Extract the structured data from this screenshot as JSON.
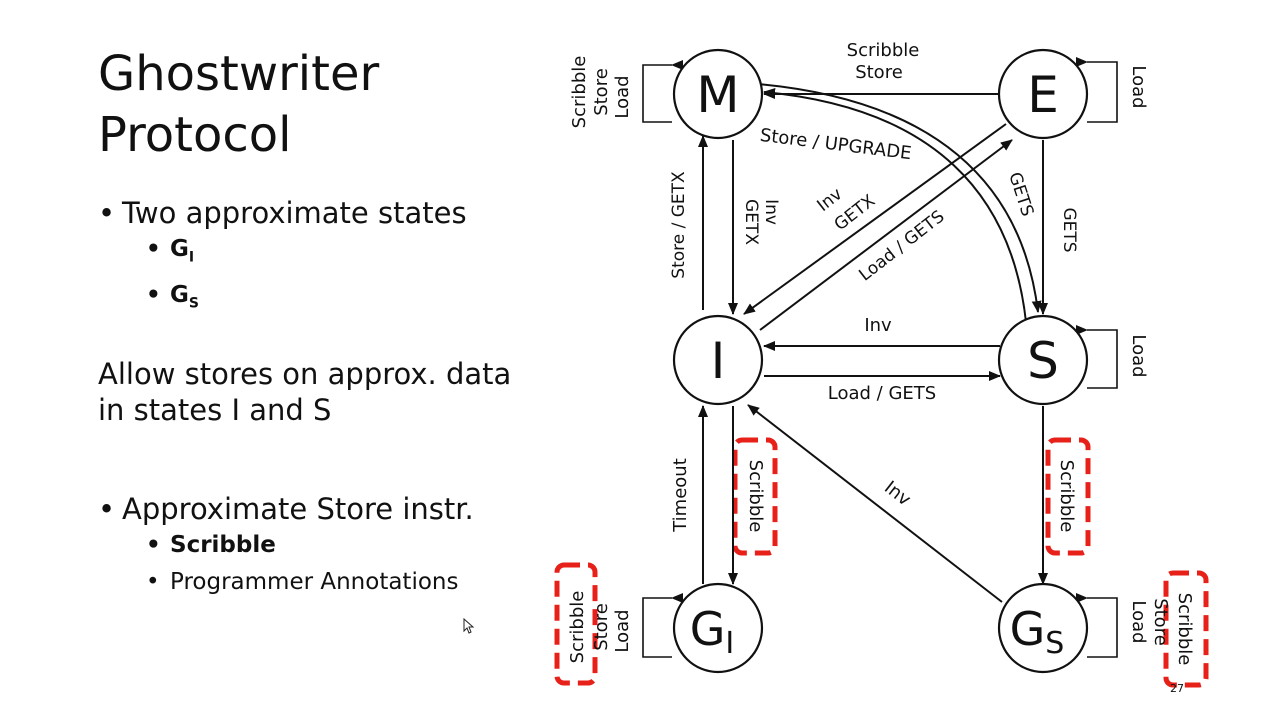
{
  "slide": {
    "title_line1": "Ghostwriter",
    "title_line2": "Protocol",
    "bullet1": "Two approximate states",
    "gi_base": "G",
    "gi_sub": "I",
    "gs_base": "G",
    "gs_sub": "S",
    "para_line1": "Allow stores on approx. data",
    "para_line2": "in states I and S",
    "bullet2": "Approximate Store instr.",
    "sub_scribble": "Scribble",
    "sub_annotations": "Programmer Annotations",
    "slide_number": "27"
  },
  "diagram": {
    "nodes": {
      "M": "M",
      "E": "E",
      "I": "I",
      "S": "S",
      "GI_base": "G",
      "GI_sub": "I",
      "GS_base": "G",
      "GS_sub": "S"
    },
    "edges": {
      "e_to_m_1": "Scribble",
      "e_to_m_2": "Store",
      "s_to_m": "Store / UPGRADE",
      "m_to_s": "GETS",
      "e_to_s": "GETS",
      "i_to_m": "Store / GETX",
      "m_to_i_1": "Inv",
      "m_to_i_2": "GETX",
      "e_to_i_1": "Inv",
      "e_to_i_2": "GETX",
      "i_to_e": "Load / GETS",
      "s_to_i": "Inv",
      "i_to_s": "Load / GETS",
      "gi_to_i": "Timeout",
      "i_to_gi": "Scribble",
      "gs_to_i": "Inv",
      "s_to_gs": "Scribble"
    },
    "loops": {
      "m_1": "Scribble",
      "m_2": "Store",
      "m_3": "Load",
      "e_1": "Load",
      "s_1": "Load",
      "gi_1": "Scribble",
      "gi_2": "Store",
      "gi_3": "Load",
      "gs_1": "Scribble",
      "gs_2": "Store",
      "gs_3": "Load"
    },
    "highlight_color": "#e8201a"
  }
}
